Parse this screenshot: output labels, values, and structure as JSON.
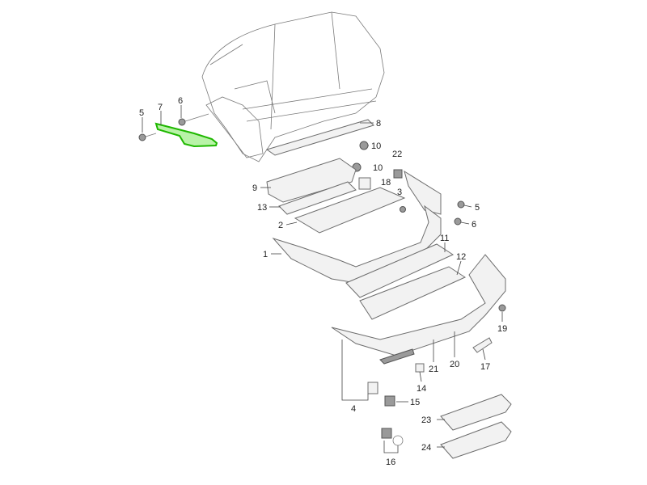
{
  "diagram": {
    "title": "Rear bumper parts diagram",
    "highlight_color": "#1fb800",
    "highlighted_part": "7",
    "callouts": {
      "c1": "1",
      "c2": "2",
      "c3": "3",
      "c4": "4",
      "c5a": "5",
      "c5b": "5",
      "c6a": "6",
      "c6b": "6",
      "c7": "7",
      "c8": "8",
      "c9": "9",
      "c10a": "10",
      "c10b": "10",
      "c11": "11",
      "c12": "12",
      "c13": "13",
      "c14": "14",
      "c15": "15",
      "c16": "16",
      "c17": "17",
      "c18": "18",
      "c19": "19",
      "c20": "20",
      "c21": "21",
      "c22": "22",
      "c23": "23",
      "c24": "24"
    }
  }
}
